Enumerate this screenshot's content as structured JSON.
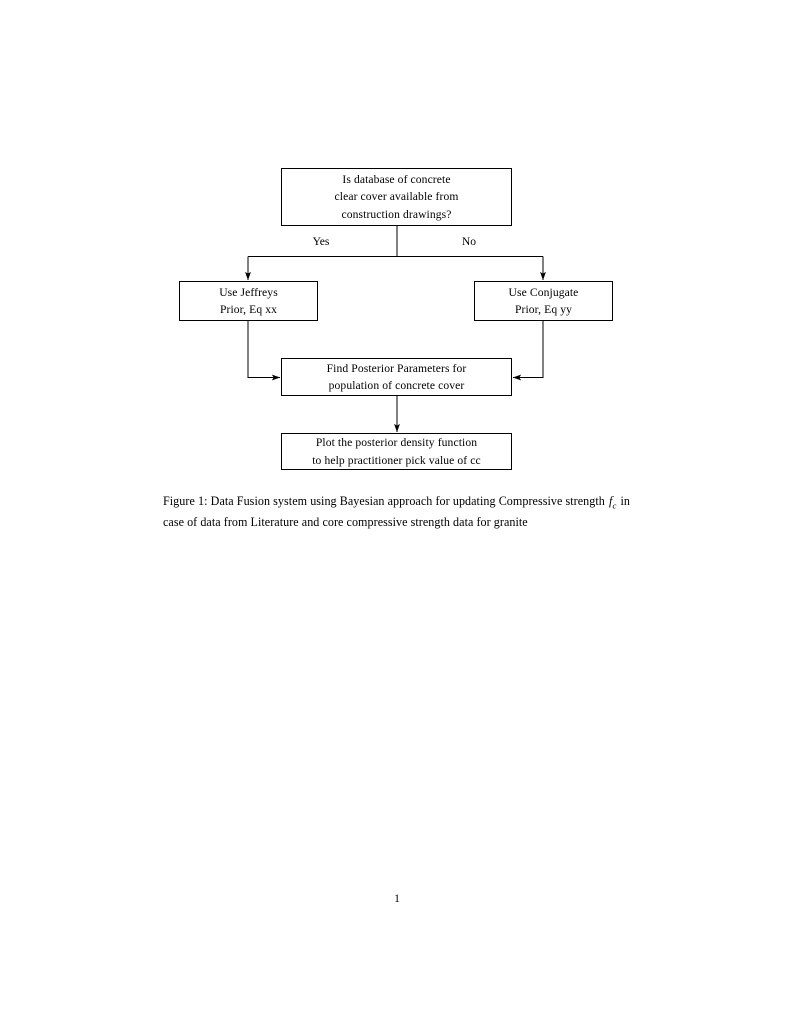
{
  "page": {
    "number": "1",
    "background": "#ffffff",
    "ink": "#000000"
  },
  "figure": {
    "caption_label": "Figure 1:",
    "caption_part1": "Data Fusion system using Bayesian approach for updating Compressive strength",
    "caption_math_base": "f",
    "caption_math_sub": "c",
    "caption_part2": "in case of data from Literature and core compressive strength data for granite",
    "diagram": {
      "type": "flowchart",
      "nodes": [
        {
          "id": "decision",
          "shape": "rectangle",
          "lines": [
            "Is database of concrete",
            "clear cover available from",
            "construction drawings?"
          ]
        },
        {
          "id": "jeffreys",
          "shape": "rectangle",
          "lines": [
            "Use Jeffreys",
            "Prior, Eq xx"
          ]
        },
        {
          "id": "conjugate",
          "shape": "rectangle",
          "lines": [
            "Use Conjugate",
            "Prior, Eq yy"
          ]
        },
        {
          "id": "posterior",
          "shape": "rectangle",
          "lines": [
            "Find Posterior Parameters for",
            "population of concrete cover"
          ]
        },
        {
          "id": "plot",
          "shape": "rectangle",
          "lines": [
            "Plot the posterior density function",
            "to help practitioner pick value of cc"
          ]
        }
      ],
      "edges": [
        {
          "id": "yes",
          "from": "decision",
          "to": "jeffreys",
          "label": "Yes"
        },
        {
          "id": "no",
          "from": "decision",
          "to": "conjugate",
          "label": "No"
        },
        {
          "id": "jeffreys-to-posterior",
          "from": "jeffreys",
          "to": "posterior",
          "label": ""
        },
        {
          "id": "conjugate-to-posterior",
          "from": "conjugate",
          "to": "posterior",
          "label": ""
        },
        {
          "id": "posterior-to-plot",
          "from": "posterior",
          "to": "plot",
          "label": ""
        }
      ]
    }
  }
}
